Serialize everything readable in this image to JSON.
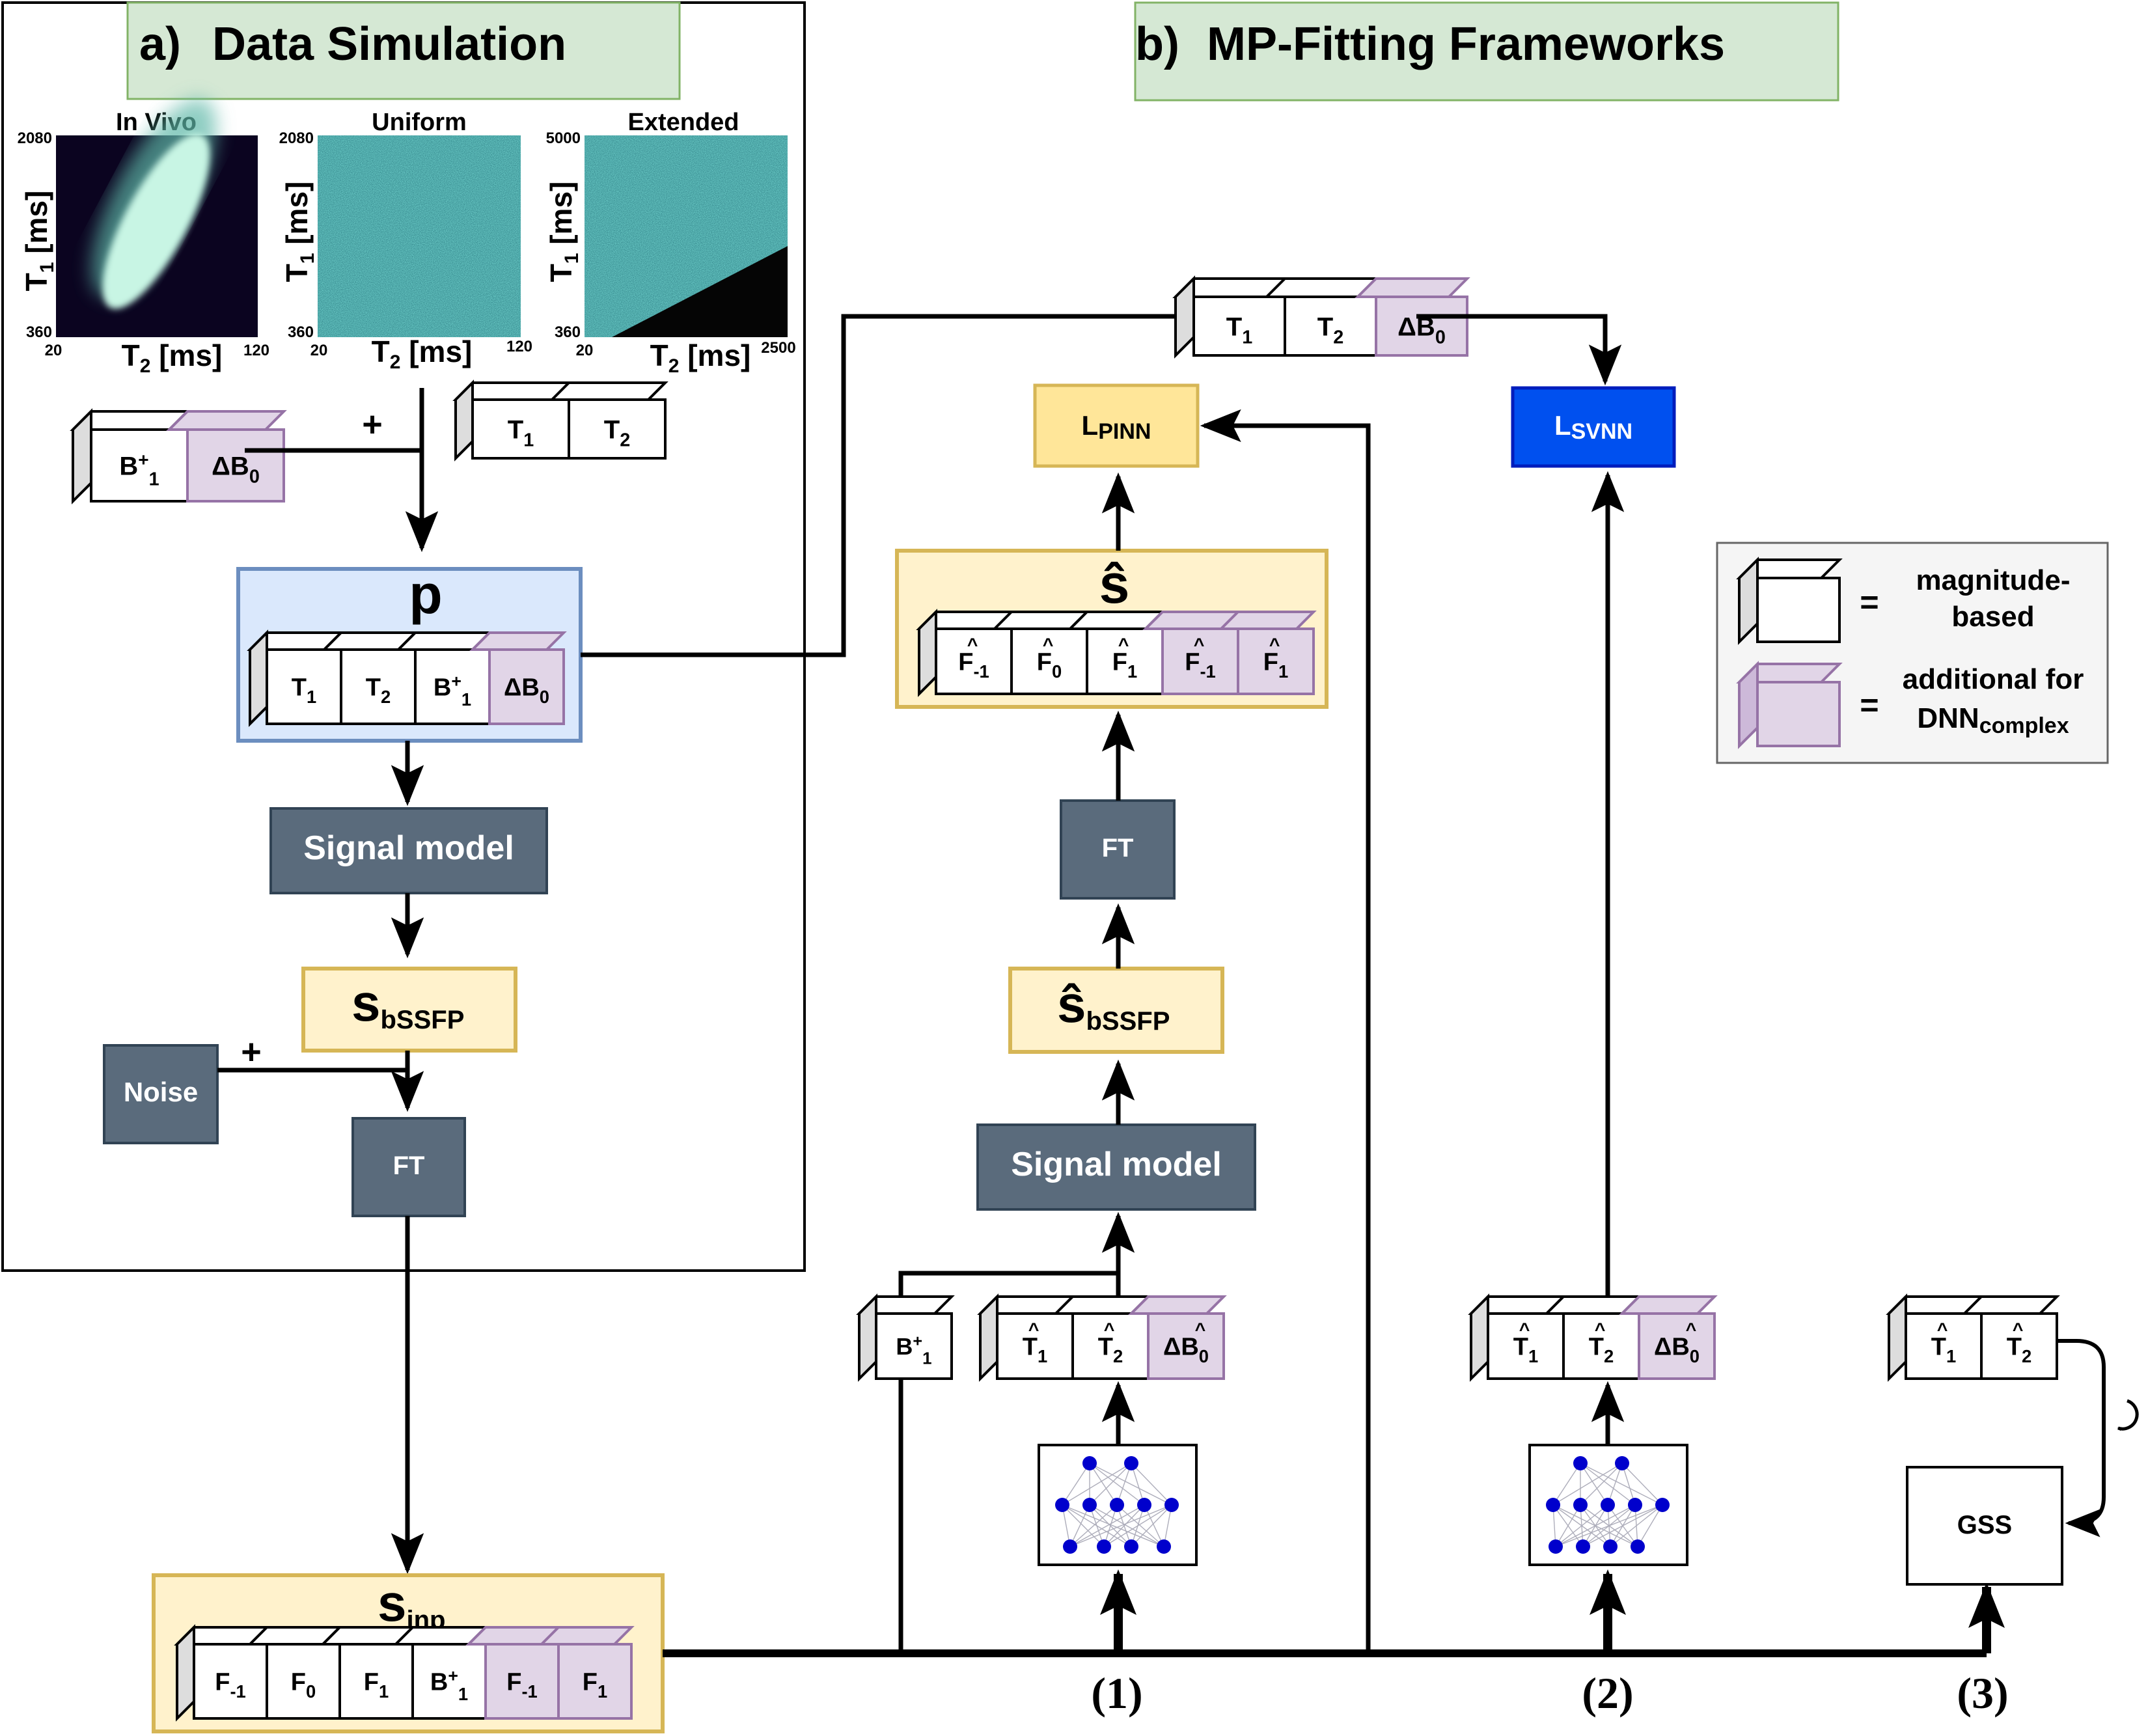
{
  "panels": {
    "a_letter": "a)",
    "a_title": "Data Simulation",
    "b_letter": "b)",
    "b_title": "MP-Fitting Frameworks"
  },
  "maps": {
    "invivo": {
      "title": "In Vivo",
      "ytop": "2080",
      "ybot": "360",
      "xleft": "20",
      "xright": "120"
    },
    "uniform": {
      "title": "Uniform",
      "ytop": "2080",
      "ybot": "360",
      "xleft": "20",
      "xright": "120"
    },
    "extended": {
      "title": "Extended",
      "ytop": "5000",
      "ybot": "360",
      "xleft": "20",
      "xright": "2500"
    },
    "ylabel_base": "T",
    "ylabel_sub": "1",
    "ylabel_unit": " [ms]",
    "xlabel_base": "T",
    "xlabel_sub": "2",
    "xlabel_unit": " [ms]"
  },
  "signs": {
    "plus": "+",
    "equals": "="
  },
  "blocks": {
    "p": "p",
    "signal_model": "Signal model",
    "sbssfp_s": "s",
    "sbssfp_sub": "bSSFP",
    "noise": "Noise",
    "ft": "FT",
    "sinp_s": "s",
    "sinp_sub": "inp",
    "shat": "ŝ",
    "shat_bssfp_s": "ŝ",
    "shat_bssfp_sub": "bSSFP",
    "lpinn_l": "L",
    "lpinn_sub": "PINN",
    "lsvnn_l": "L",
    "lsvnn_sub": "SVNN",
    "gss": "GSS"
  },
  "param_labels": {
    "T": "T",
    "B": "B",
    "dB": "ΔB",
    "F": "F",
    "sub1": "1",
    "sub2": "2",
    "sub0": "0",
    "subm1": "-1",
    "plus_sup": "+",
    "hat": "^"
  },
  "frameworks": {
    "one": "(1)",
    "two": "(2)",
    "three": "(3)"
  },
  "legend": {
    "magnitude_line1": "magnitude-",
    "magnitude_line2": "based",
    "additional_line1": "additional for",
    "additional_base": "DNN",
    "additional_sub": "complex"
  },
  "colors": {
    "panel_header_fill": "#d5e8d4",
    "panel_header_stroke": "#82b366",
    "yellow_fill": "#fff2cc",
    "yellow_stroke": "#d6b656",
    "blue_fill": "#dae8fc",
    "blue_stroke": "#6c8ebf",
    "dark_fill": "#5a6b7c",
    "dark_stroke": "#314354",
    "purple_fill": "#e1d5e7",
    "purple_stroke": "#9673a6",
    "lsvnn_fill": "#0050ef",
    "lsvnn_stroke": "#001dbc",
    "lpinn_fill": "#ffe699",
    "lpinn_stroke": "#d6b656",
    "legend_fill": "#f5f5f5",
    "legend_stroke": "#666666",
    "node_fill": "#0000cc"
  },
  "icons": {
    "nn": "neural-network-icon",
    "loop": "iteration-loop-icon"
  }
}
